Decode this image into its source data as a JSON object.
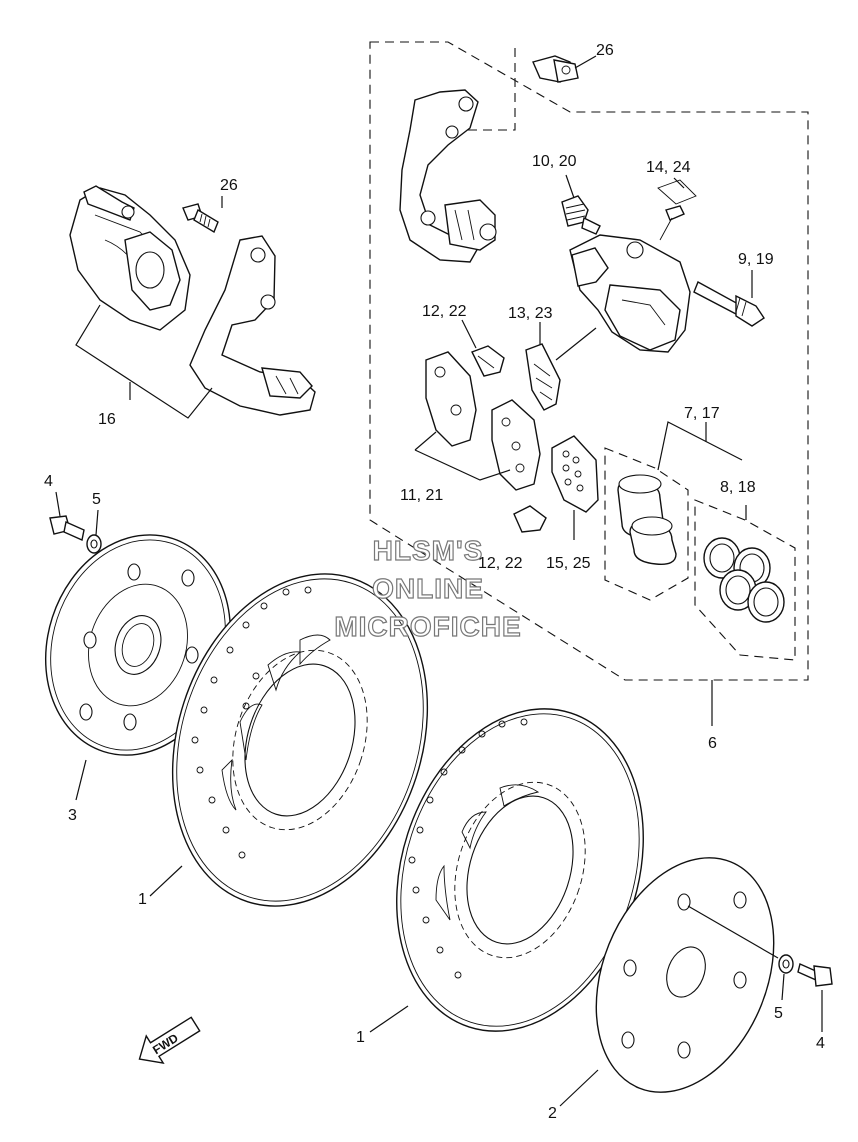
{
  "callouts": [
    {
      "id": "c26a",
      "text": "26"
    },
    {
      "id": "c26b",
      "text": "26"
    },
    {
      "id": "c1020",
      "text": "10, 20"
    },
    {
      "id": "c1424",
      "text": "14, 24"
    },
    {
      "id": "c919",
      "text": "9, 19"
    },
    {
      "id": "c1222a",
      "text": "12, 22"
    },
    {
      "id": "c1323",
      "text": "13, 23"
    },
    {
      "id": "c717",
      "text": "7, 17"
    },
    {
      "id": "c818",
      "text": "8, 18"
    },
    {
      "id": "c1121",
      "text": "11, 21"
    },
    {
      "id": "c1222b",
      "text": "12, 22"
    },
    {
      "id": "c1525",
      "text": "15, 25"
    },
    {
      "id": "c16",
      "text": "16"
    },
    {
      "id": "c4a",
      "text": "4"
    },
    {
      "id": "c5a",
      "text": "5"
    },
    {
      "id": "c3",
      "text": "3"
    },
    {
      "id": "c6",
      "text": "6"
    },
    {
      "id": "c1a",
      "text": "1"
    },
    {
      "id": "c1b",
      "text": "1"
    },
    {
      "id": "c5b",
      "text": "5"
    },
    {
      "id": "c4b",
      "text": "4"
    },
    {
      "id": "c2",
      "text": "2"
    }
  ],
  "watermark": {
    "line1": "HLSM'S",
    "line2": "ONLINE",
    "line3": "MICROFICHE"
  },
  "fwd_badge": "FWD"
}
